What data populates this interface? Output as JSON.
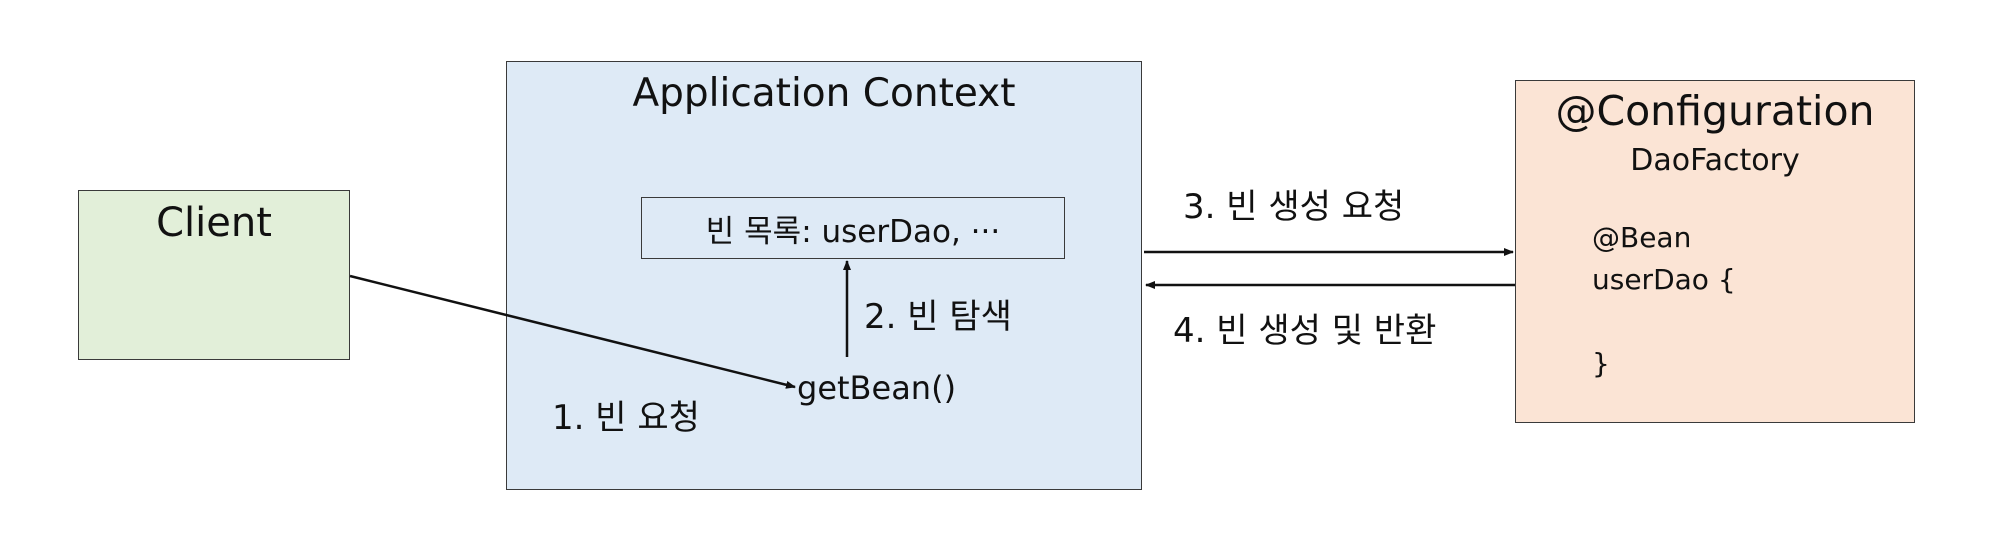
{
  "client": {
    "title": "Client"
  },
  "context": {
    "title": "Application Context",
    "bean_list": "빈 목록: userDao, ···",
    "get_bean": "getBean()"
  },
  "configuration": {
    "title": "@Configuration",
    "subtitle": "DaoFactory",
    "code_lines": [
      "@Bean",
      "userDao {",
      "}"
    ]
  },
  "steps": {
    "step1": "1. 빈 요청",
    "step2": "2. 빈 탐색",
    "step3": "3. 빈 생성 요청",
    "step4": "4. 빈 생성 및 반환"
  },
  "colors": {
    "client_fill": "#e2efd9",
    "context_fill": "#deeaf6",
    "configuration_fill": "#fbe4d5",
    "stroke": "#3a3a3a"
  }
}
